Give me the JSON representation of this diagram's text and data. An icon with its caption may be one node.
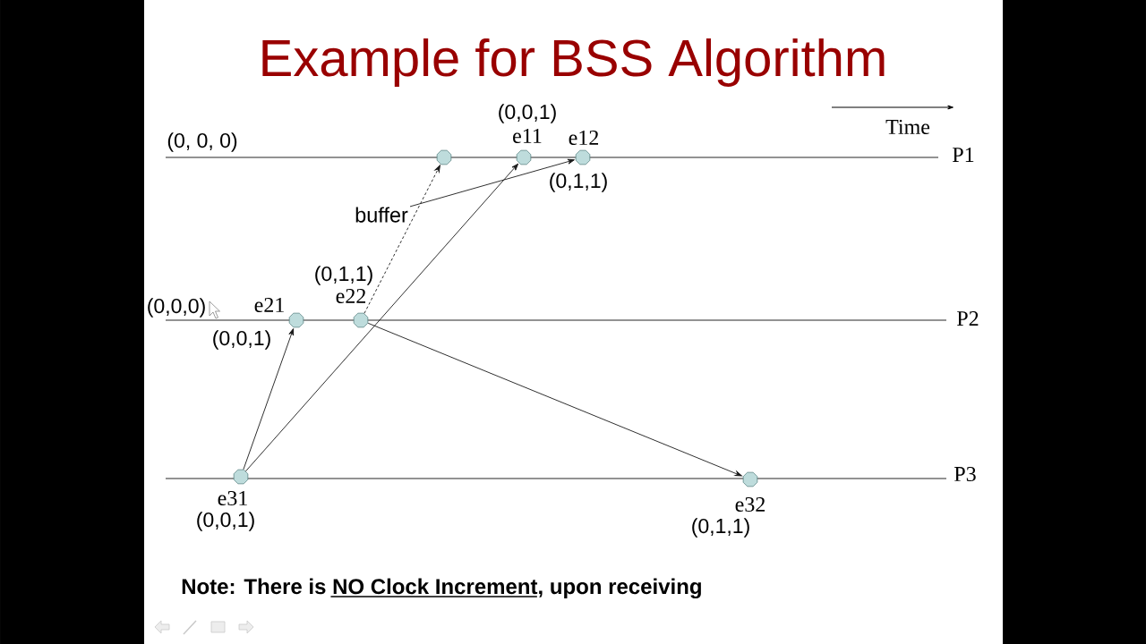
{
  "diagram": {
    "title": "Example for BSS Algorithm",
    "nodes": [
      {
        "text": [],
        "shape": "octagon"
      },
      {
        "text": [],
        "shape": "octagon",
        "beside": [
          "(0,0,1)",
          "e11"
        ]
      },
      {
        "text": [],
        "shape": "octagon",
        "beside": [
          "e12",
          "(0,1,1)"
        ]
      },
      {
        "text": [
          "buffer"
        ]
      },
      {
        "text": [],
        "shape": "octagon",
        "beside": [
          "e21",
          "(0,0,1)"
        ]
      },
      {
        "text": [],
        "shape": "octagon",
        "beside": [
          "(0,1,1)",
          "e22"
        ]
      },
      {
        "text": [],
        "shape": "octagon",
        "beside": [
          "e31",
          "(0,0,1)"
        ]
      },
      {
        "text": [],
        "shape": "octagon",
        "beside": [
          "e32",
          "(0,1,1)"
        ]
      }
    ],
    "edges": [
      {
        "from": 6,
        "to": 4,
        "arrow": "to"
      },
      {
        "from": 6,
        "to": 1,
        "arrow": "to"
      },
      {
        "from": 5,
        "to": 0,
        "arrow": "to",
        "style": "dashed"
      },
      {
        "from": 5,
        "to": 7,
        "arrow": "to"
      },
      {
        "from": 3,
        "to": 2,
        "arrow": "to"
      }
    ],
    "labels": [
      "Time",
      "(0, 0, 0)",
      "P1",
      "(0,0,0)",
      "P2",
      "P3",
      "Note: There is NO Clock Increment, upon receiving"
    ]
  }
}
